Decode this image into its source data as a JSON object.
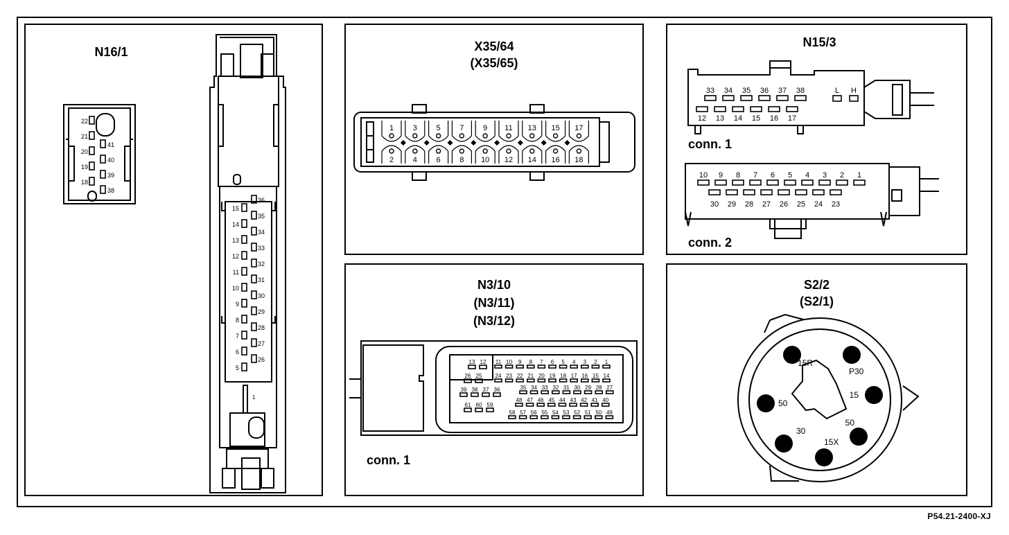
{
  "footer": {
    "ref": "P54.21-2400-XJ"
  },
  "n16": {
    "title": "N16/1",
    "small_pins_left": [
      "22",
      "21",
      "20",
      "19",
      "18"
    ],
    "small_pins_right": [
      "41",
      "40",
      "39",
      "38"
    ],
    "tall_left": [
      "15",
      "14",
      "13",
      "12",
      "11",
      "10",
      "9",
      "8",
      "7",
      "6",
      "5"
    ],
    "tall_right": [
      "36",
      "35",
      "34",
      "33",
      "32",
      "31",
      "30",
      "29",
      "28",
      "27",
      "26"
    ],
    "tall_bottom": "1"
  },
  "x35": {
    "title": "X35/64",
    "subtitle": "(X35/65)",
    "top_pins": [
      "1",
      "3",
      "5",
      "7",
      "9",
      "11",
      "13",
      "15",
      "17"
    ],
    "bottom_pins": [
      "2",
      "4",
      "6",
      "8",
      "10",
      "12",
      "14",
      "16",
      "18"
    ]
  },
  "n15": {
    "title": "N15/3",
    "conn1_label": "conn. 1",
    "conn2_label": "conn. 2",
    "c1_top": [
      "33",
      "34",
      "35",
      "36",
      "37",
      "38"
    ],
    "c1_bottom": [
      "12",
      "13",
      "14",
      "15",
      "16",
      "17"
    ],
    "c1_extra": [
      "L",
      "H"
    ],
    "c2_top": [
      "10",
      "9",
      "8",
      "7",
      "6",
      "5",
      "4",
      "3",
      "2",
      "1"
    ],
    "c2_bottom": [
      "30",
      "29",
      "28",
      "27",
      "26",
      "25",
      "24",
      "23"
    ]
  },
  "n3": {
    "title": "N3/10",
    "subtitle1": "(N3/11)",
    "subtitle2": "(N3/12)",
    "conn_label": "conn. 1",
    "left_block_rows": [
      [
        "13",
        "12"
      ],
      [
        "26",
        "25"
      ],
      [
        "39",
        "38",
        "37",
        "36"
      ],
      [
        "61",
        "60",
        "59"
      ]
    ],
    "right_row1": [
      "11",
      "10",
      "9",
      "8",
      "7",
      "6",
      "5",
      "4",
      "3",
      "2",
      "1"
    ],
    "right_row2": [
      "24",
      "23",
      "22",
      "21",
      "20",
      "19",
      "18",
      "17",
      "16",
      "15",
      "14"
    ],
    "right_row3": [
      "35",
      "34",
      "33",
      "32",
      "31",
      "30",
      "29",
      "28",
      "27"
    ],
    "right_row4": [
      "48",
      "47",
      "46",
      "45",
      "44",
      "43",
      "42",
      "41",
      "40"
    ],
    "right_row5": [
      "58",
      "57",
      "56",
      "55",
      "54",
      "53",
      "52",
      "51",
      "50",
      "49"
    ]
  },
  "s22": {
    "title": "S2/2",
    "subtitle": "(S2/1)",
    "labels": [
      "15R",
      "P30",
      "15",
      "50",
      "50",
      "30",
      "15X"
    ]
  }
}
